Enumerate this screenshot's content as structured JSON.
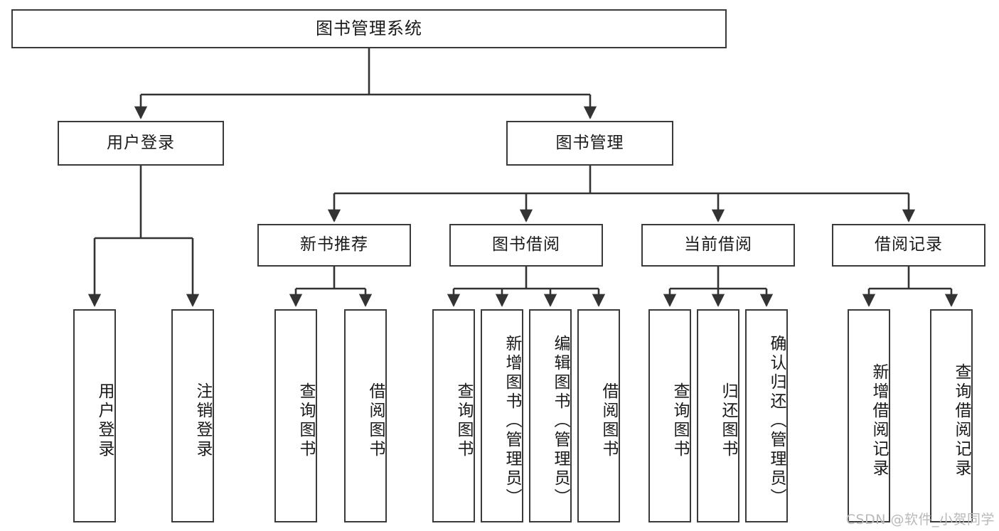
{
  "diagram": {
    "title": "图书管理系统",
    "type": "tree-hierarchy",
    "watermark": "CSDN @软件_小贺同学",
    "colors": {
      "node_border": "#3a3a3a",
      "node_fill": "#ffffff",
      "edge": "#333333",
      "text": "#1a1a1a",
      "watermark": "#b9b9b9",
      "background": "#ffffff"
    },
    "levels": {
      "root": {
        "label": "图书管理系统"
      },
      "level2": [
        {
          "label": "用户登录"
        },
        {
          "label": "图书管理"
        }
      ],
      "level3": [
        {
          "label": "新书推荐"
        },
        {
          "label": "图书借阅"
        },
        {
          "label": "当前借阅"
        },
        {
          "label": "借阅记录"
        }
      ],
      "leaves": {
        "user_login": [
          {
            "label": "用户登录"
          },
          {
            "label": "注销登录"
          }
        ],
        "new_book_recommend": [
          {
            "label": "查询图书"
          },
          {
            "label": "借阅图书"
          }
        ],
        "book_borrow": [
          {
            "label": "查询图书"
          },
          {
            "label": "新增图书（管理员）"
          },
          {
            "label": "编辑图书（管理员）"
          },
          {
            "label": "借阅图书"
          }
        ],
        "current_borrow": [
          {
            "label": "查询图书"
          },
          {
            "label": "归还图书"
          },
          {
            "label": "确认归还（管理员）"
          }
        ],
        "borrow_record": [
          {
            "label": "新增借阅记录"
          },
          {
            "label": "查询借阅记录"
          }
        ]
      }
    }
  }
}
